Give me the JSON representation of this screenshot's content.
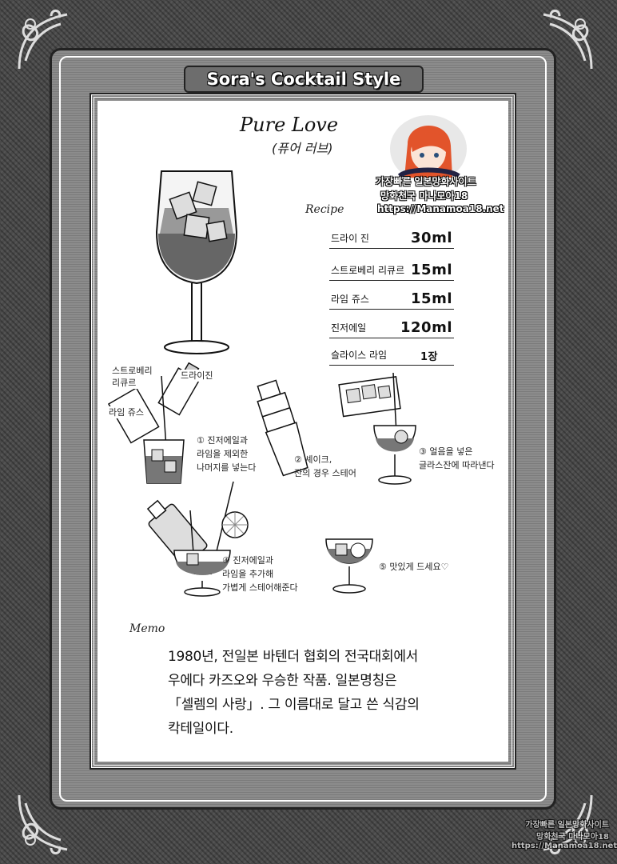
{
  "banner": {
    "title": "Sora's Cocktail Style"
  },
  "drink": {
    "name": "Pure Love",
    "name_korean": "(퓨어 러브)"
  },
  "recipe": {
    "heading": "Recipe",
    "ingredients": [
      {
        "name": "드라이 진",
        "amount": "30ml"
      },
      {
        "name": "스트로베리 리큐르",
        "amount": "15ml"
      },
      {
        "name": "라임 쥬스",
        "amount": "15ml"
      },
      {
        "name": "진저에일",
        "amount": "120ml"
      },
      {
        "name": "슬라이스 라임",
        "amount": "1장"
      }
    ]
  },
  "illustration_labels": {
    "strawberry_liqueur": [
      "스트로베리",
      "리큐르"
    ],
    "dry_gin": "드라이진",
    "lime_juice": "라임 쥬스"
  },
  "steps": [
    {
      "lines": [
        "① 진저에일과",
        "라임을 제외한",
        "나머지를 넣는다"
      ]
    },
    {
      "lines": [
        "② 셰이크,",
        "잔의 경우 스테어"
      ]
    },
    {
      "lines": [
        "③ 얼음을 넣은",
        "글라스잔에 따라낸다"
      ]
    },
    {
      "lines": [
        "④ 진저에일과",
        "라임을 추가해",
        "가볍게 스테어해준다"
      ]
    },
    {
      "lines": [
        "⑤ 맛있게 드세요♡"
      ]
    }
  ],
  "memo": {
    "label": "Memo",
    "lines": [
      "1980년, 전일본 바텐더 협회의 전국대회에서",
      "우에다 카즈오와 우승한 작품. 일본명칭은",
      "「셀렘의 사랑」. 그 이름대로 달고 쓴 식감의",
      "칵테일이다."
    ]
  },
  "watermark": {
    "lines": [
      "가장빠른 일본망화사이트",
      "망화천국 마나모아18",
      "https://Manamoa18.net"
    ],
    "corner_lines": [
      "가장빠른 일본망화사이트",
      "망화천국 마나모아18",
      "https://Manamoa18.net"
    ]
  },
  "colors": {
    "frame": "#8c8c8c",
    "background": "#4a4a4a",
    "panel": "#ffffff",
    "ink": "#111111",
    "hair": "#e2542b"
  }
}
